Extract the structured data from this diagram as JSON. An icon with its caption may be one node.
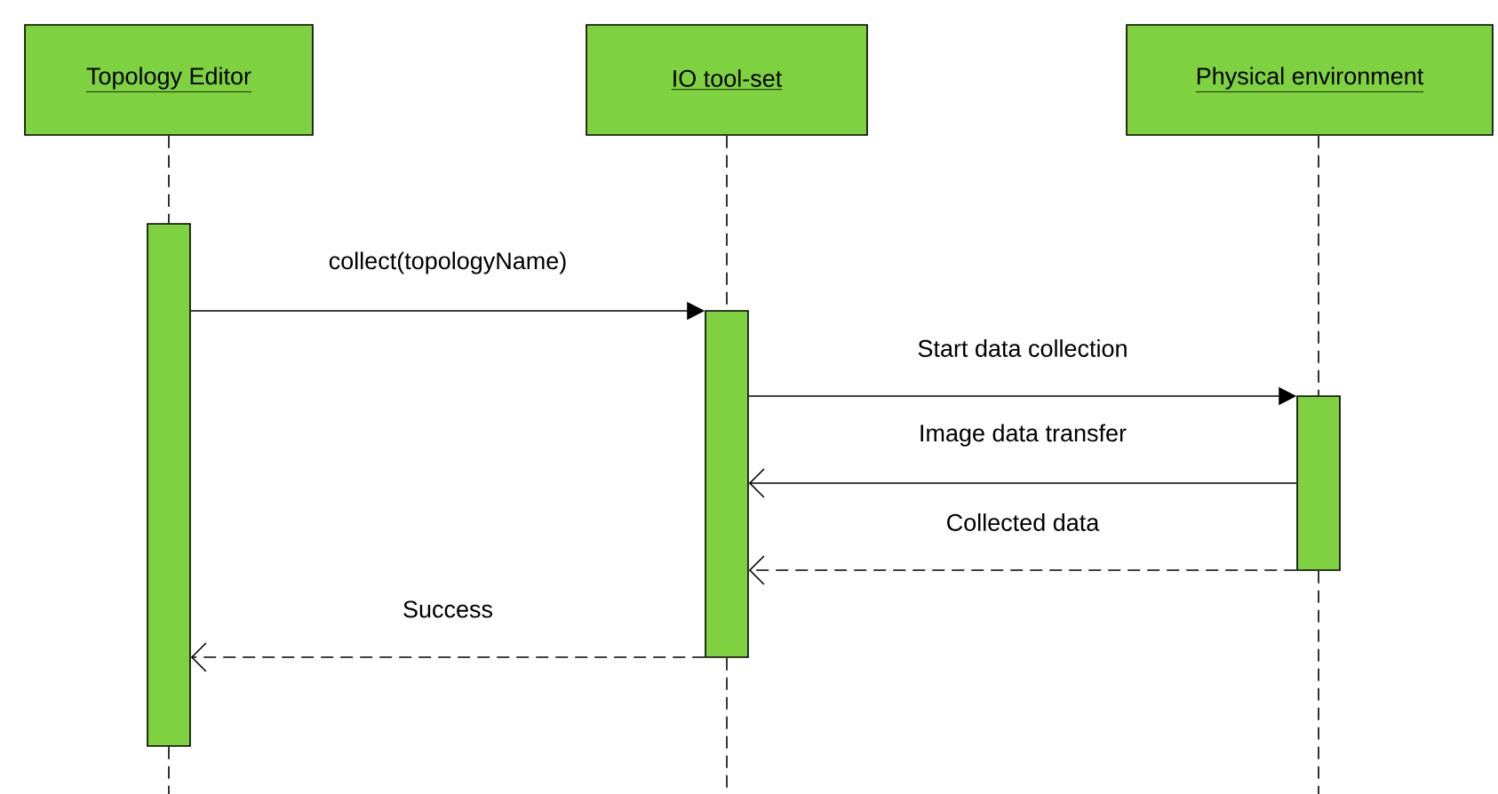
{
  "diagram": {
    "nodes": [
      {
        "text": [
          "Topology Editor"
        ]
      },
      {
        "text": [
          "IO tool-set"
        ]
      },
      {
        "text": [
          "Physical environment"
        ]
      },
      {
        "text": [],
        "shape": "bar"
      },
      {
        "text": [],
        "shape": "bar"
      },
      {
        "text": [],
        "shape": "bar"
      }
    ],
    "edges": [
      {
        "from": 3,
        "to": 4,
        "arrow": "to",
        "label": "collect(topologyName)"
      },
      {
        "from": 4,
        "to": 5,
        "arrow": "to",
        "label": "Start data collection"
      },
      {
        "from": 5,
        "to": 4,
        "arrow": "to",
        "label": "Image data transfer"
      },
      {
        "from": 5,
        "to": 4,
        "arrow": "to",
        "label": "Collected data",
        "style": "dashed"
      },
      {
        "from": 4,
        "to": 3,
        "arrow": "to",
        "label": "Success",
        "style": "dashed"
      },
      {
        "from": 0,
        "to": 3,
        "arrow": "none",
        "style": "dashed"
      },
      {
        "from": 1,
        "to": 4,
        "arrow": "none",
        "style": "dashed"
      },
      {
        "from": 2,
        "to": 5,
        "arrow": "none",
        "style": "dashed"
      },
      {
        "from": 3,
        "to": null,
        "arrow": "none",
        "style": "dashed"
      },
      {
        "from": 4,
        "to": null,
        "arrow": "none",
        "style": "dashed"
      },
      {
        "from": 5,
        "to": null,
        "arrow": "none",
        "style": "dashed"
      }
    ]
  }
}
